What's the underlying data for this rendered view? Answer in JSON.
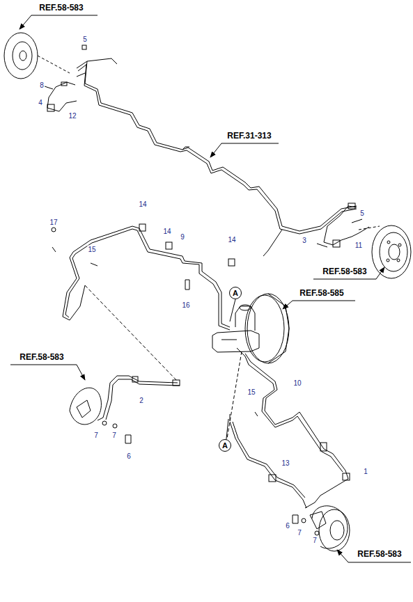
{
  "diagram": {
    "nodes": [
      {
        "text": [
          "A"
        ]
      },
      {
        "text": [
          "A"
        ]
      }
    ],
    "labels": [
      "REF.58-583",
      "5",
      "8",
      "4",
      "12",
      "REF.31-313",
      "14",
      "5",
      "3",
      "11",
      "14",
      "14",
      "17",
      "15",
      "9",
      "REF.58-583",
      "REF.58-585",
      "16",
      "REF.58-583",
      "10",
      "2",
      "15",
      "7",
      "7",
      "6",
      "1",
      "13",
      "6",
      "7",
      "7",
      "REF.58-583"
    ]
  }
}
